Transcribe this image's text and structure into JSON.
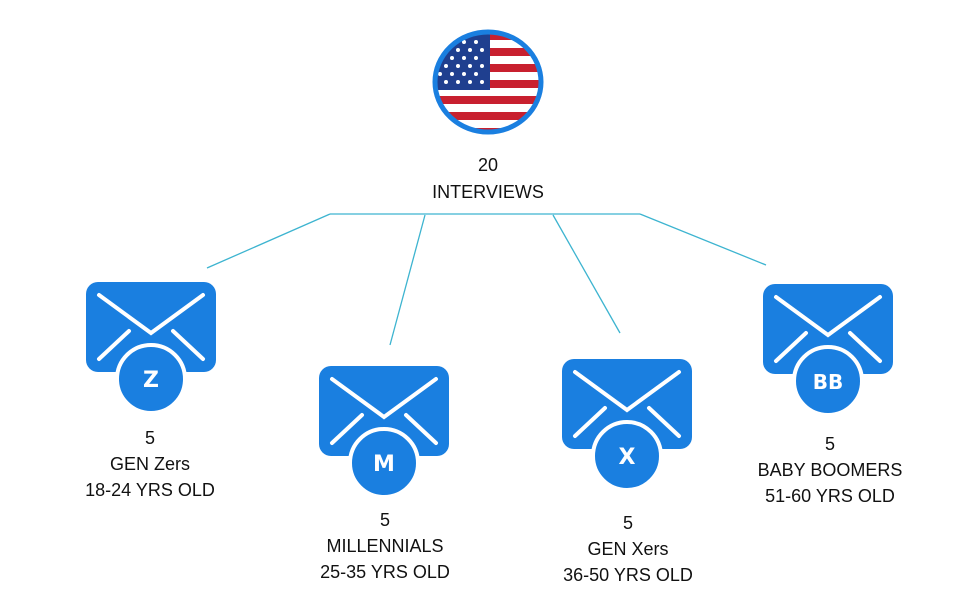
{
  "root": {
    "count": "20",
    "label": "INTERVIEWS",
    "icon": "us-flag-icon"
  },
  "colors": {
    "accent": "#1a7fe0",
    "connector": "#3db4d0",
    "flag_red": "#c8202f",
    "flag_blue": "#1f3f8f"
  },
  "groups": [
    {
      "badge": "Z",
      "count": "5",
      "name": "GEN Zers",
      "age": "18-24 YRS OLD"
    },
    {
      "badge": "M",
      "count": "5",
      "name": "MILLENNIALS",
      "age": "25-35 YRS OLD"
    },
    {
      "badge": "X",
      "count": "5",
      "name": "GEN Xers",
      "age": "36-50 YRS OLD"
    },
    {
      "badge": "BB",
      "count": "5",
      "name": "BABY BOOMERS",
      "age": "51-60 YRS OLD"
    }
  ]
}
